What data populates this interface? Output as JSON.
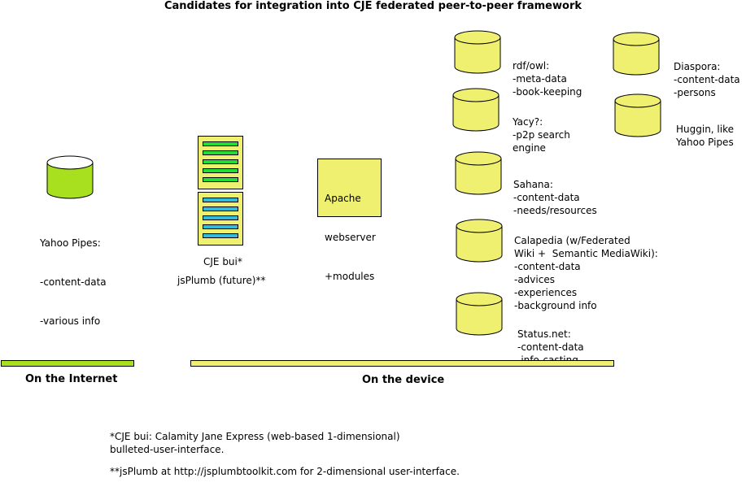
{
  "title": "Candidates for integration into CJE federated peer-to-peer framework",
  "colors": {
    "cylinder_fill": "#f0f070",
    "cylinder_top": "#ffffff",
    "internet_bar": "#a8e020",
    "device_bar": "#f0f070",
    "green_strip": "#22dd33",
    "cyan_strip": "#33bbdd"
  },
  "internet": {
    "label": "On the Internet",
    "node": {
      "icon": "database-cylinder",
      "lines": [
        "Yahoo Pipes:",
        "-content-data",
        "-various info"
      ],
      "fill": "#a8e020"
    }
  },
  "device": {
    "label": "On the device",
    "cje": {
      "label": "CJE bui*",
      "sublabel": "jsPlumb (future)**"
    },
    "apache": {
      "lines": [
        "Apache",
        "webserver",
        "+modules"
      ]
    },
    "nodes": [
      {
        "lines": [
          "rdf/owl:",
          "-meta-data",
          "-book-keeping"
        ]
      },
      {
        "lines": [
          "Diaspora:",
          "-content-data",
          "-persons"
        ]
      },
      {
        "lines": [
          "Yacy?:",
          "-p2p search",
          "engine"
        ]
      },
      {
        "lines": [
          "Huggin, like",
          "Yahoo Pipes"
        ]
      },
      {
        "lines": [
          "Sahana:",
          "-content-data",
          "-needs/resources"
        ]
      },
      {
        "lines": [
          "Calapedia (w/Federated",
          "Wiki +  Semantic MediaWiki):",
          "-content-data",
          "-advices",
          "-experiences",
          "-background info"
        ]
      },
      {
        "lines": [
          "Status.net:",
          "-content-data",
          "-info-casting"
        ]
      }
    ]
  },
  "footnotes": [
    {
      "lines": [
        "*CJE bui: Calamity Jane Express (web-based 1-dimensional)",
        "bulleted-user-interface."
      ]
    },
    {
      "lines": [
        "**jsPlumb at http://jsplumbtoolkit.com for 2-dimensional user-interface."
      ]
    }
  ]
}
